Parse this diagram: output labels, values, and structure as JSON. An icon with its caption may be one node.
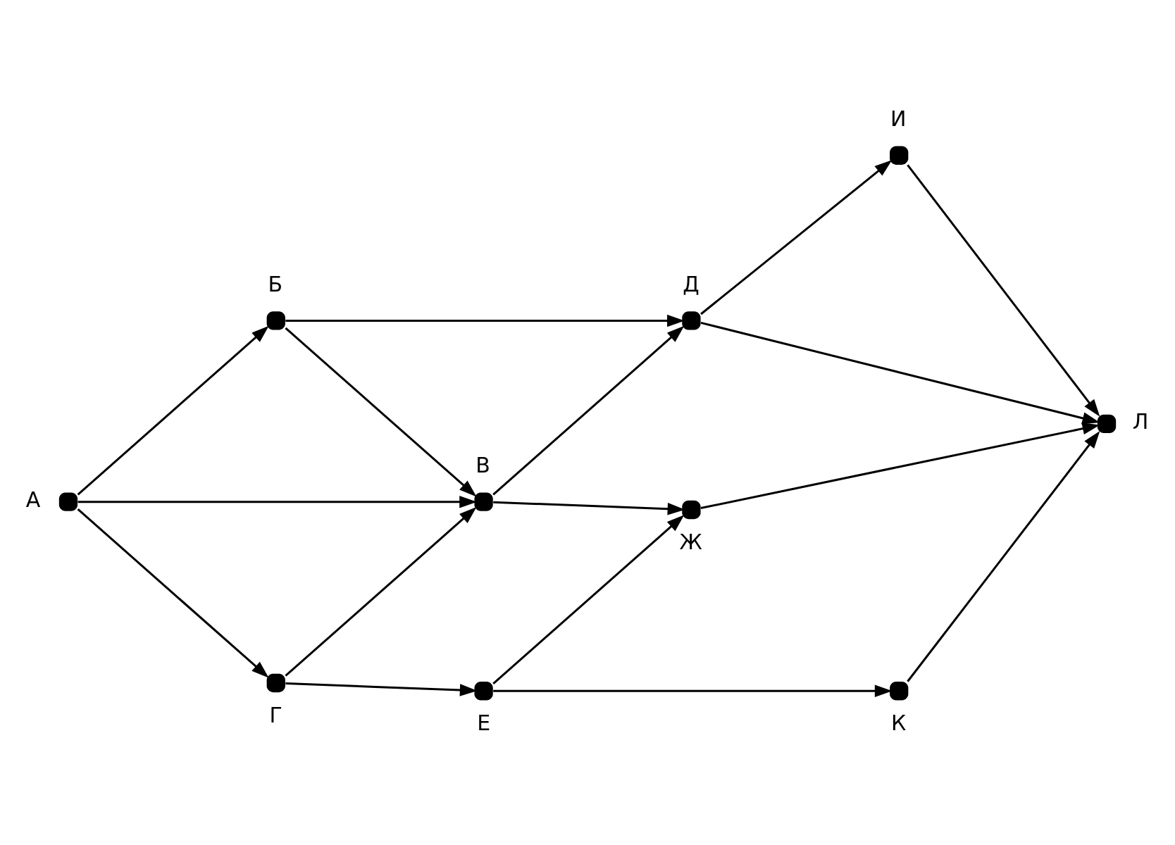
{
  "diagram": {
    "nodes": [
      {
        "text": [],
        "shape": "circle",
        "beside": [
          "А"
        ]
      },
      {
        "text": [],
        "shape": "circle",
        "beside": [
          "Б"
        ]
      },
      {
        "text": [],
        "shape": "circle",
        "beside": [
          "В"
        ]
      },
      {
        "text": [],
        "shape": "circle",
        "beside": [
          "Г"
        ]
      },
      {
        "text": [],
        "shape": "circle",
        "beside": [
          "Д"
        ]
      },
      {
        "text": [],
        "shape": "circle",
        "beside": [
          "Е"
        ]
      },
      {
        "text": [],
        "shape": "circle",
        "beside": [
          "Ж"
        ]
      },
      {
        "text": [],
        "shape": "circle",
        "beside": [
          "И"
        ]
      },
      {
        "text": [],
        "shape": "circle",
        "beside": [
          "К"
        ]
      },
      {
        "text": [],
        "shape": "circle",
        "beside": [
          "Л"
        ]
      }
    ],
    "edges": [
      {
        "from": 0,
        "to": 1,
        "arrow": "to"
      },
      {
        "from": 0,
        "to": 2,
        "arrow": "to"
      },
      {
        "from": 0,
        "to": 3,
        "arrow": "to"
      },
      {
        "from": 1,
        "to": 4,
        "arrow": "to"
      },
      {
        "from": 1,
        "to": 2,
        "arrow": "to"
      },
      {
        "from": 3,
        "to": 2,
        "arrow": "to"
      },
      {
        "from": 2,
        "to": 4,
        "arrow": "to"
      },
      {
        "from": 4,
        "to": 7,
        "arrow": "to"
      },
      {
        "from": 4,
        "to": 9,
        "arrow": "to"
      },
      {
        "from": 2,
        "to": 6,
        "arrow": "to"
      },
      {
        "from": 6,
        "to": 9,
        "arrow": "to"
      },
      {
        "from": 3,
        "to": 5,
        "arrow": "to"
      },
      {
        "from": 5,
        "to": 6,
        "arrow": "to"
      },
      {
        "from": 5,
        "to": 8,
        "arrow": "to"
      },
      {
        "from": 7,
        "to": 9,
        "arrow": "to"
      },
      {
        "from": 8,
        "to": 9,
        "arrow": "to"
      }
    ]
  }
}
